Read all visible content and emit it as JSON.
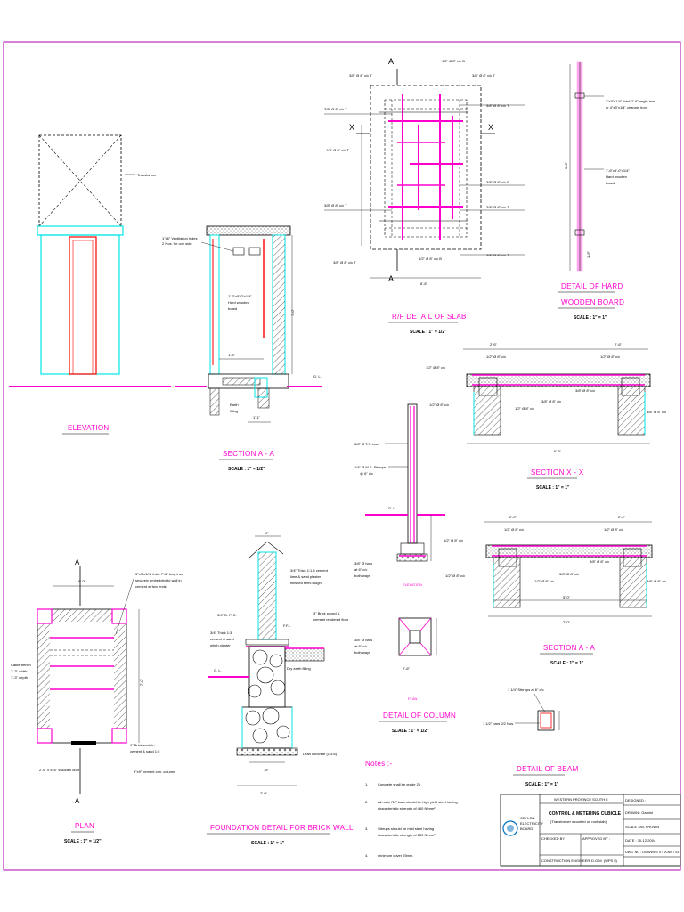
{
  "titles": {
    "elevation": "ELEVATION",
    "section_aa_left": "SECTION A - A",
    "rf_slab": "R/F DETAIL OF SLAB",
    "hard_board_1": "DETAIL OF HARD",
    "hard_board_2": "WOODEN BOARD",
    "section_xx": "SECTION X - X",
    "section_aa_right": "SECTION A - A",
    "plan": "PLAN",
    "foundation": "FOUNDATION DETAIL FOR BRICK WALL",
    "column": "DETAIL OF COLUMN",
    "beam": "DETAIL OF BEAM",
    "plan_small": "PLAN",
    "elevation_small": "ELEVATION"
  },
  "scales": {
    "section_aa_left": "SCALE : 1\" = 1/2\"",
    "rf_slab": "SCALE : 1\" = 1/2\"",
    "hard_board": "SCALE : 1\" = 1\"",
    "section_xx": "SCALE : 1\" = 1\"",
    "section_aa_right": "SCALE : 1\" = 1\"",
    "plan": "SCALE : 1\" = 1/2\"",
    "foundation": "SCALE : 1\" = 1\"",
    "column": "SCALE : 1\" = 1/2\"",
    "beam": "SCALE : 1\" = 1\""
  },
  "labels": {
    "transformer": "Transformer",
    "vent_1": "1\"x6\" Ventilation holes",
    "vent_2": "2 Nos. for one side",
    "board_1": "1'-6\"x5'-0\"x1/4\"",
    "board_2": "Hard wooden",
    "board_3": "board",
    "earth_1": "Earth",
    "earth_2": "filling",
    "gl": "G. L.",
    "dim_1_3": "1'-3\"",
    "dim_1_1": "1'-1\"",
    "dim_7_0": "7'-0\"",
    "angle_1": "3\"x3\"x1/4\" thick 7'-6\" angle iron",
    "angle_2": "or 4\"x3\"x1/4\" channel iron",
    "hb_1": "1'-6\"x5'-0\"x1/4\"",
    "hb_2": "Hard wooden",
    "hb_3": "board",
    "hb_dim": "5'-0\"",
    "hb_dim2": "1'-6\"",
    "slab_a": "A",
    "slab_x": "X",
    "slab_dim": "6'-6\"",
    "bar_38_t": "3/8\" Ø 8\" c/c T",
    "bar_38_b": "3/8\" Ø 8\" c/c B",
    "bar_12_t": "1/2\" Ø 8\" c/c T",
    "bar_12_b": "1/2\" Ø 8\" c/c B",
    "sxx_dim1": "2'-6\"",
    "sxx_dim2": "2'-6\"",
    "sxx_dim3": "6'-6\"",
    "sxx_bar1": "3/8\" Ø 8\" c/c",
    "sxx_bar2": "1/2\" Ø 8\" c/c",
    "saa_dim1": "2'-0\"",
    "saa_dim2": "2'-0\"",
    "saa_dim3": "5'-0\"",
    "saa_dim4": "7'-0\"",
    "col_bars": "3/8\" Ø T.S. bars",
    "col_stir_1": "1/4\" Ø M.S. Stirrups",
    "col_stir_2": "@ 6\" c/c",
    "col_fbars_1": "3/8\" Ø bars",
    "col_fbars_2": "at 6\" c/c",
    "col_fbars_3": "both ways",
    "col_dim": "2'-6\"",
    "plan_dim1": "6'-0\"",
    "plan_dim2": "7'-0\"",
    "plan_angle_1": "3\"x3\"x1/4\" thick 7'-6\" long iron",
    "plan_angle_2": "securely embedded to wall in",
    "plan_angle_3": "cement at two ends.",
    "cable_1": "Cable trench",
    "cable_2": "1'-3\" width",
    "cable_3": "1'-3\" depth",
    "brick_1": "9\" Brick work in",
    "brick_2": "cement & sand 1:5",
    "col9": "9\"x9\" cement con. column",
    "door": "2'-6\" x 5'-6\" Wooden door",
    "fd_9": "9\"",
    "fd_plaster_1": "3/4\" Thick 1:1.5 cement",
    "fd_plaster_2": "lime & sand plaster",
    "fd_plaster_3": "finished semi rough",
    "fd_dpc": "3/4\" D. P. C.",
    "fd_dpc2_1": "3/4\" Thick 1:3",
    "fd_dpc2_2": "cement & sand",
    "fd_dpc2_3": "plinth plaster",
    "fd_ffl": "F.F.L",
    "fd_floor_1": "3\" Brick paved &",
    "fd_floor_2": "cement rendered floor",
    "fd_dry": "Dry earth filling",
    "fd_lean": "Lean concrete (1:3:6)",
    "fd_15": "15\"",
    "fd_20": "2'-0\"",
    "beam_stir": "1 1/4\" Stirrups at 6\" c/c",
    "beam_bars": "1 1/2\" bars 2/2 Nos.",
    "notes_title": "Notes :-",
    "note_1": "Concrete shall be grade 25",
    "note_2a": "All main R/F bars should be high yield steel having",
    "note_2b": "characteristic strength of 460 N/mm².",
    "note_3a": "Stirrups should be mild steel having",
    "note_3b": "characteristic strength of 250 N/mm².",
    "note_4": "minimum cover 25mm."
  },
  "title_block": {
    "org_1": "CEYLON",
    "org_2": "ELECTRICITY",
    "org_3": "BOARD",
    "province": "WESTERN PROVINCE SOUTH II",
    "title": "CONTROL & METERING CUBICLE",
    "subtitle": "(Transformer mounted on roof slab)",
    "checked": "CHECKED BY :",
    "approved": "APPROVED BY :",
    "designed": "DESIGNED :",
    "drawn": "DRAWN : Gamini",
    "scale": "SCALE : AS SHOWN",
    "date": "DATE : 30-12-2004",
    "dwg": "DWG. NO : DGM/WPS II / DCMS / 03",
    "engineer": "CONSTRUCTION ENGINEER",
    "ceo": "D.G.M. (WPS II)"
  },
  "colors": {
    "title": "#ff00cc",
    "cyan": "#00e5e5",
    "red": "#ff0000",
    "magenta": "#ff00cc",
    "frame": "#b000b0"
  }
}
